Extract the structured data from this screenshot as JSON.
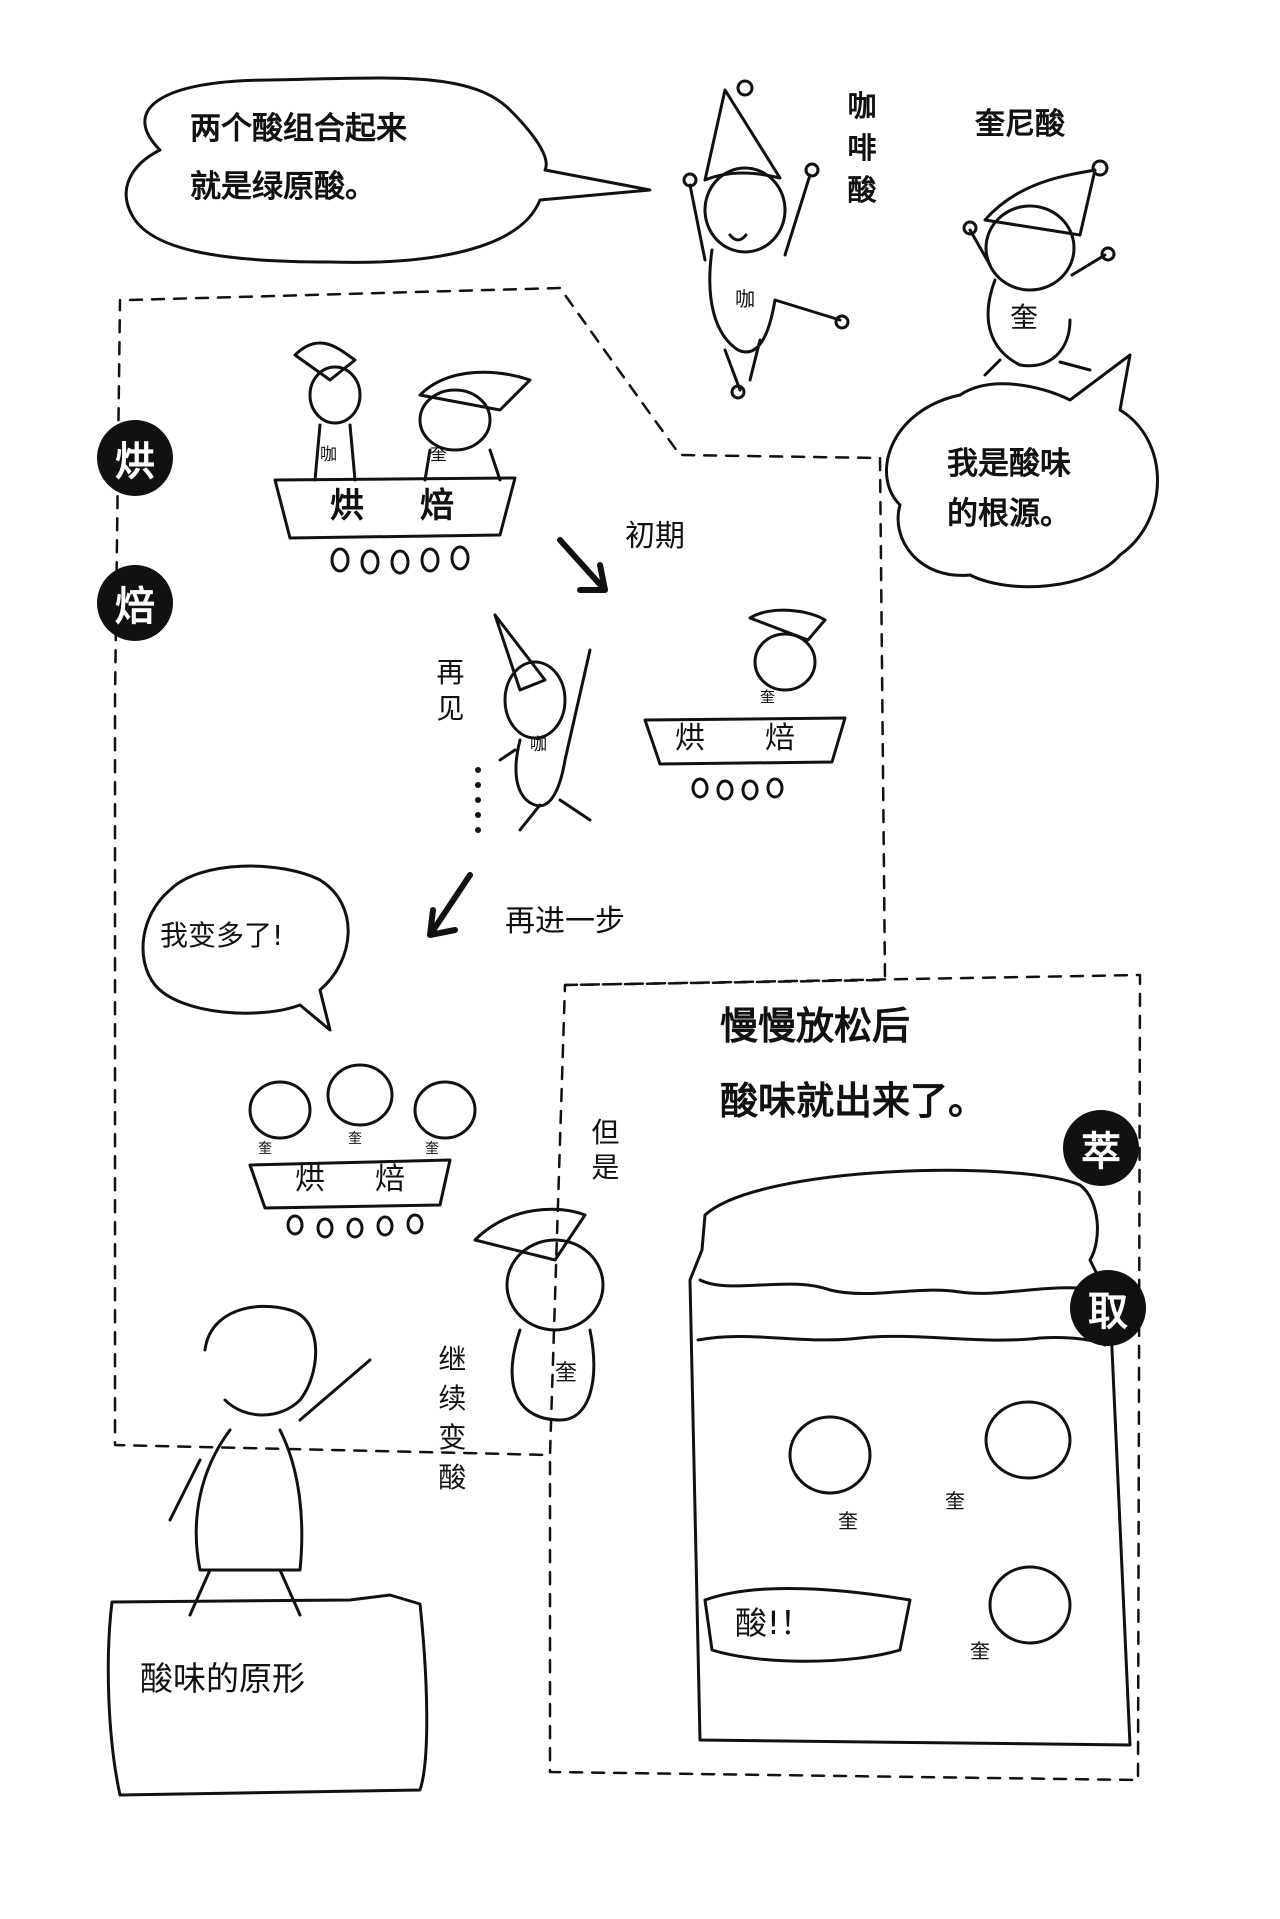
{
  "bubble_top": {
    "line1": "两个酸组合起来",
    "line2": "就是绿原酸。"
  },
  "coffee_acid_label": "咖啡酸",
  "quinic_acid_label": "奎尼酸",
  "bubble_quinic": {
    "line1": "我是酸味",
    "line2": "的根源。"
  },
  "badges": {
    "roast_1": "烘",
    "roast_2": "焙",
    "extract_1": "萃",
    "extract_2": "取"
  },
  "characters": {
    "coffee": "咖",
    "quinic": "奎"
  },
  "basket_label": {
    "a": "烘",
    "b": "焙"
  },
  "arrow_early_label": "初期",
  "goodbye_label": "再见",
  "arrow_further_label": "再进一步",
  "bubble_more": "我变多了!",
  "but_label": "但是",
  "keep_sour_label": "继续变酸",
  "prototype_label": "酸味的原形",
  "extract_title": {
    "line1": "慢慢放松后",
    "line2": "酸味就出来了。"
  },
  "sour_shout": "酸!！",
  "colors": {
    "ink": "#111111",
    "paper": "#ffffff"
  }
}
